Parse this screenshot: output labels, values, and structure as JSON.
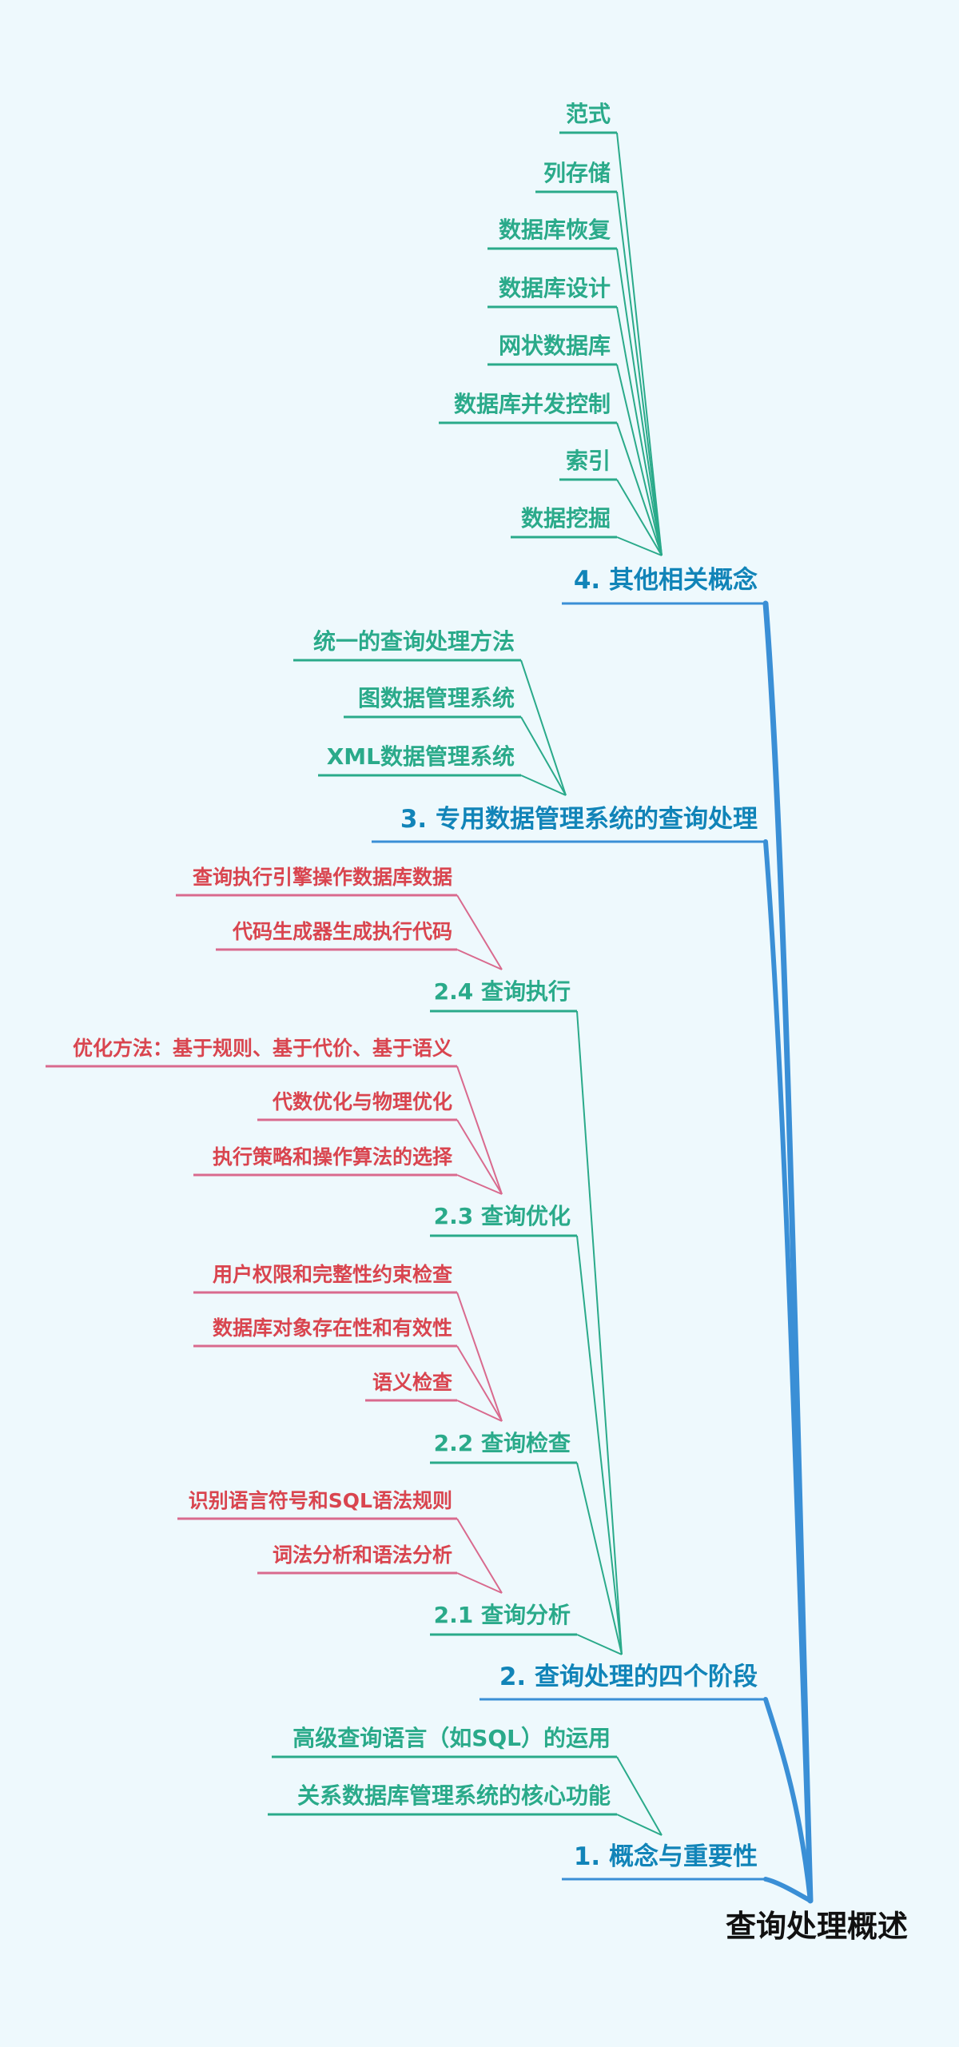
{
  "colors": {
    "background": "#eef9fd",
    "root_text": "#111111",
    "main_branch": "#3a8fd6",
    "main_text": "#1184b8",
    "green": "#2aaa8a",
    "red_text": "#d9454f",
    "pink_line": "#d96a8e"
  },
  "root": {
    "label": "查询处理概述"
  },
  "branches": [
    {
      "id": "b4",
      "label": "4. 其他相关概念",
      "children": [
        {
          "label": "范式"
        },
        {
          "label": "列存储"
        },
        {
          "label": "数据库恢复"
        },
        {
          "label": "数据库设计"
        },
        {
          "label": "网状数据库"
        },
        {
          "label": "数据库并发控制"
        },
        {
          "label": "索引"
        },
        {
          "label": "数据挖掘"
        }
      ]
    },
    {
      "id": "b3",
      "label": "3. 专用数据管理系统的查询处理",
      "children": [
        {
          "label": "统一的查询处理方法"
        },
        {
          "label": "图数据管理系统"
        },
        {
          "label": "XML数据管理系统"
        }
      ]
    },
    {
      "id": "b2",
      "label": "2. 查询处理的四个阶段",
      "children": [
        {
          "label": "2.4 查询执行",
          "children": [
            {
              "label": "查询执行引擎操作数据库数据"
            },
            {
              "label": "代码生成器生成执行代码"
            }
          ]
        },
        {
          "label": "2.3 查询优化",
          "children": [
            {
              "label": "优化方法：基于规则、基于代价、基于语义"
            },
            {
              "label": "代数优化与物理优化"
            },
            {
              "label": "执行策略和操作算法的选择"
            }
          ]
        },
        {
          "label": "2.2 查询检查",
          "children": [
            {
              "label": "用户权限和完整性约束检查"
            },
            {
              "label": "数据库对象存在性和有效性"
            },
            {
              "label": "语义检查"
            }
          ]
        },
        {
          "label": "2.1 查询分析",
          "children": [
            {
              "label": "识别语言符号和SQL语法规则"
            },
            {
              "label": "词法分析和语法分析"
            }
          ]
        }
      ]
    },
    {
      "id": "b1",
      "label": "1. 概念与重要性",
      "children": [
        {
          "label": "高级查询语言（如SQL）的运用"
        },
        {
          "label": "关系数据库管理系统的核心功能"
        }
      ]
    }
  ]
}
